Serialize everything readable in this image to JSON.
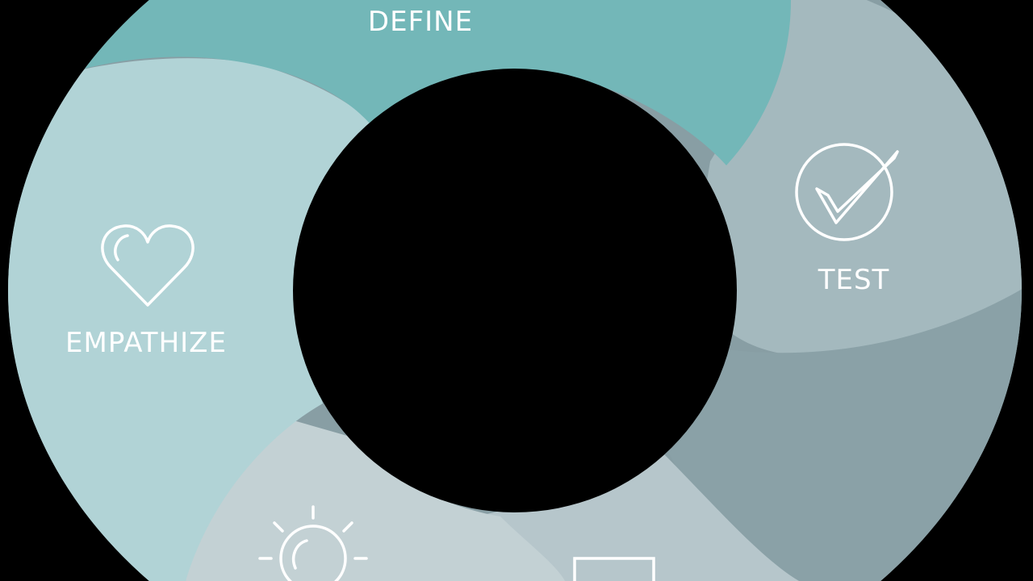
{
  "diagram": {
    "stages": [
      {
        "id": "define",
        "label": "DEFINE",
        "color": "#73b7b8",
        "icon": ""
      },
      {
        "id": "test",
        "label": "TEST",
        "color": "#a4b9be",
        "icon": "check-circle-icon"
      },
      {
        "id": "empathize",
        "label": "EMPATHIZE",
        "color": "#b1d3d6",
        "icon": "heart-icon"
      },
      {
        "id": "ideate",
        "label": "",
        "color": "#c3d1d4",
        "icon": "lightbulb-icon"
      },
      {
        "id": "prototype",
        "label": "",
        "color": "#b6c6cb",
        "icon": "square-icon"
      }
    ],
    "colors": {
      "background": "#000000",
      "center": "#000000",
      "outer_gray": "#889ea4",
      "icon_stroke": "#ffffff"
    }
  }
}
